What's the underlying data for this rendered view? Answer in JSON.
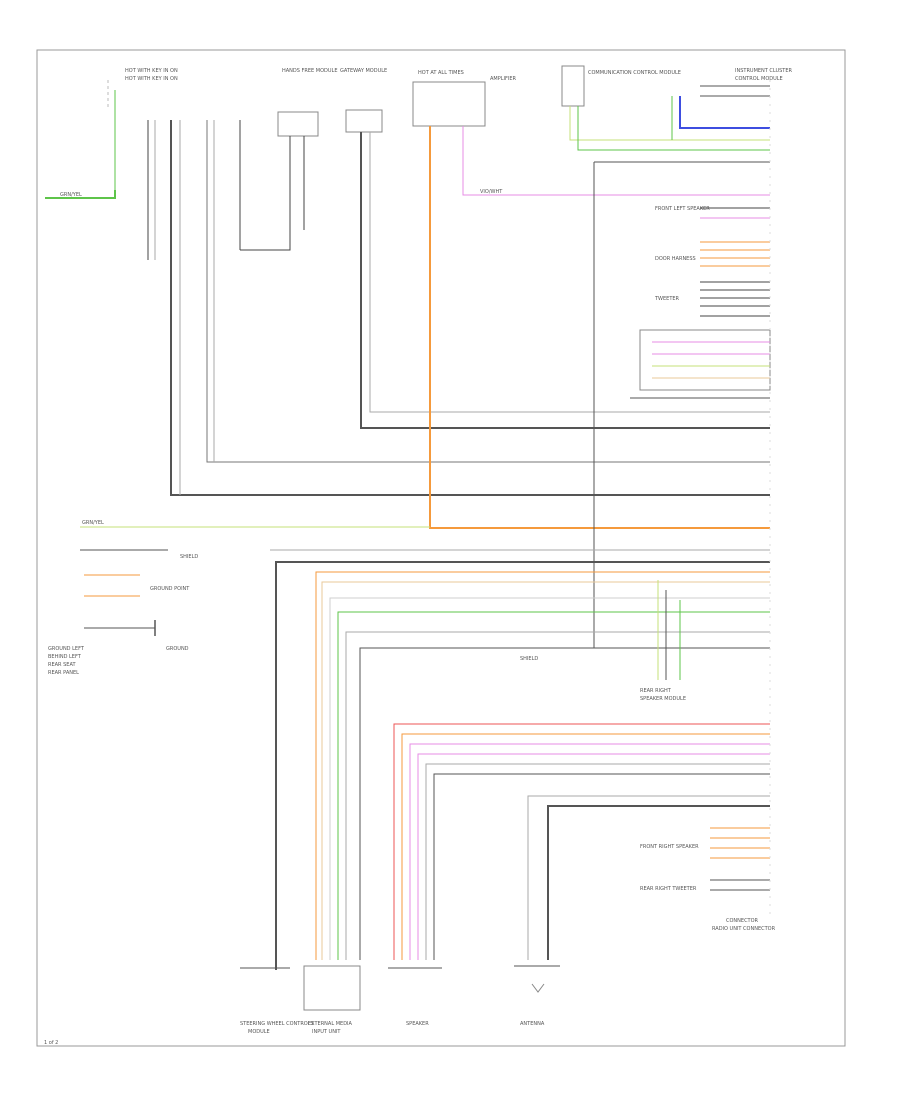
{
  "colors": {
    "black": "#444444",
    "gray": "#aaaaaa",
    "orange": "#f59a3c",
    "green": "#5ec44a",
    "blue": "#3e4ee0",
    "violet": "#e78ce6",
    "red": "#ee5555",
    "yellow_green": "#c6e07a",
    "tan": "#e8c89a",
    "light": "#cfcfcf"
  },
  "labels": {
    "left_connector": "HOT WITH KEY IN ON",
    "green_wire_label": "GRN/YEL",
    "hfm_module": "HANDS FREE MODULE",
    "gw_module": "GATEWAY MODULE",
    "comm_module": "COMMUNICATION CONTROL MODULE",
    "fuse": "HOT AT ALL TIMES",
    "amp_box": "AMPLIFIER",
    "top_right_module": "INSTRUMENT CLUSTER",
    "top_right_sub": "CONTROL MODULE",
    "pink_wire_label": "VIO/WHT",
    "speaker_front_left": "FRONT LEFT SPEAKER",
    "door_harness": "DOOR HARNESS",
    "tweeter": "TWEETER",
    "ground": "GROUND",
    "ground_stack_1": "GROUND LEFT",
    "ground_stack_2": "BEHIND LEFT",
    "ground_stack_3": "REAR SEAT",
    "ground_stack_4": "REAR PANEL",
    "mid_label_1": "SHIELD",
    "mid_label_2": "GROUND POINT",
    "rear_module": "REAR RIGHT",
    "rear_module_sub": "SPEAKER MODULE",
    "bottom_1": "STEERING WHEEL CONTROLS",
    "bottom_1b": "MODULE",
    "bottom_2": "EXTERNAL MEDIA",
    "bottom_2b": "INPUT UNIT",
    "bottom_3": "SPEAKER",
    "bottom_4": "ANTENNA",
    "right_bottom_1": "FRONT RIGHT SPEAKER",
    "right_bottom_2": "REAR RIGHT TWEETER",
    "right_bottom_3": "CONNECTOR",
    "right_bottom_4": "RADIO UNIT CONNECTOR",
    "footer_tag": "1 of 2"
  }
}
